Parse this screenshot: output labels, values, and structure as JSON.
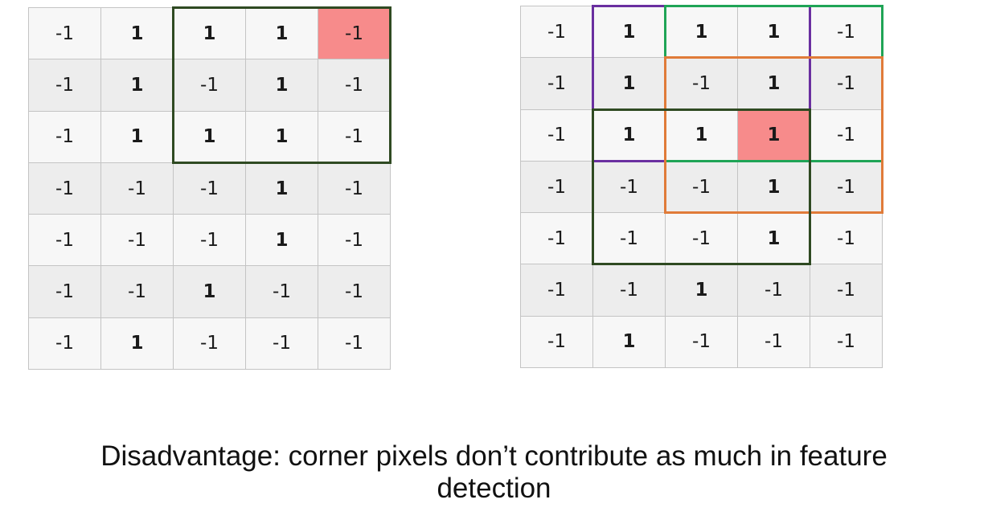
{
  "left_grid": {
    "rows": [
      [
        "-1",
        "1",
        "1",
        "1",
        "-1"
      ],
      [
        "-1",
        "1",
        "-1",
        "1",
        "-1"
      ],
      [
        "-1",
        "1",
        "1",
        "1",
        "-1"
      ],
      [
        "-1",
        "-1",
        "-1",
        "1",
        "-1"
      ],
      [
        "-1",
        "-1",
        "-1",
        "1",
        "-1"
      ],
      [
        "-1",
        "-1",
        "1",
        "-1",
        "-1"
      ],
      [
        "-1",
        "1",
        "-1",
        "-1",
        "-1"
      ]
    ],
    "highlight_cell": {
      "row": 0,
      "col": 4
    },
    "windows": [
      {
        "name": "filter-window-dark-green",
        "rows": [
          0,
          2
        ],
        "cols": [
          2,
          4
        ],
        "color": "#2f4a22"
      }
    ]
  },
  "right_grid": {
    "rows": [
      [
        "-1",
        "1",
        "1",
        "1",
        "-1"
      ],
      [
        "-1",
        "1",
        "-1",
        "1",
        "-1"
      ],
      [
        "-1",
        "1",
        "1",
        "1",
        "-1"
      ],
      [
        "-1",
        "-1",
        "-1",
        "1",
        "-1"
      ],
      [
        "-1",
        "-1",
        "-1",
        "1",
        "-1"
      ],
      [
        "-1",
        "-1",
        "1",
        "-1",
        "-1"
      ],
      [
        "-1",
        "1",
        "-1",
        "-1",
        "-1"
      ]
    ],
    "highlight_cell": {
      "row": 2,
      "col": 3
    },
    "windows": [
      {
        "name": "filter-window-purple",
        "rows": [
          0,
          2
        ],
        "cols": [
          1,
          3
        ],
        "color": "#6a2fa0"
      },
      {
        "name": "filter-window-green",
        "rows": [
          0,
          2
        ],
        "cols": [
          2,
          4
        ],
        "color": "#1fa456"
      },
      {
        "name": "filter-window-orange",
        "rows": [
          1,
          3
        ],
        "cols": [
          2,
          4
        ],
        "color": "#e07b39"
      },
      {
        "name": "filter-window-dark-green",
        "rows": [
          2,
          4
        ],
        "cols": [
          1,
          3
        ],
        "color": "#2f4a22"
      }
    ]
  },
  "caption": {
    "line1": "Disadvantage: corner pixels don’t contribute as much in feature",
    "line2": "detection"
  }
}
